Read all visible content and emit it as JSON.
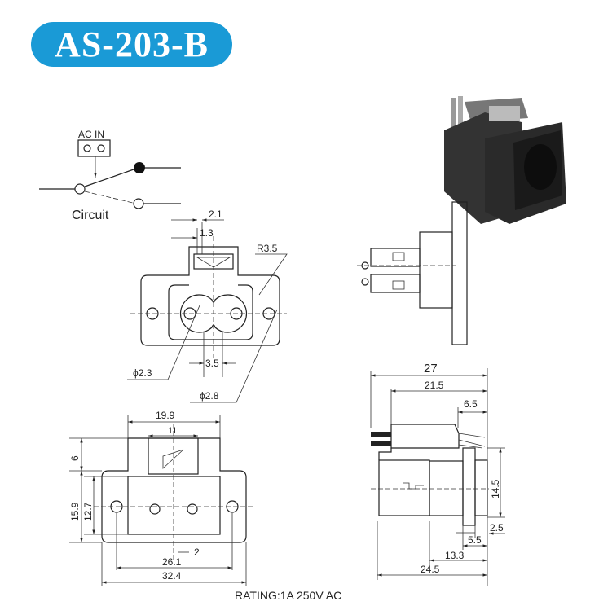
{
  "title": "AS-203-B",
  "circuit": {
    "ac_in_label": "AC IN",
    "label": "Circuit"
  },
  "front_view": {
    "dim_2_1": "2.1",
    "dim_1_3": "1.3",
    "radius": "R3.5",
    "phi_2_3": "ϕ2.3",
    "dim_3_5": "3.5",
    "phi_2_8": "ϕ2.8"
  },
  "bottom_view": {
    "dim_19_9": "19.9",
    "dim_11": "11",
    "dim_6": "6",
    "dim_15_9": "15.9",
    "dim_12_7": "12.7",
    "dim_26_1": "26.1",
    "dim_2": "2",
    "dim_32_4": "32.4"
  },
  "side_view": {
    "dim_27": "27",
    "dim_21_5": "21.5",
    "dim_6_5": "6.5",
    "dim_14_5": "14.5",
    "dim_2_5": "2.5",
    "dim_5_5": "5.5",
    "dim_13_3": "13.3",
    "dim_24_5": "24.5"
  },
  "rating": "RATING:1A 250V AC",
  "colors": {
    "title_bg": "#1a9ad6"
  }
}
